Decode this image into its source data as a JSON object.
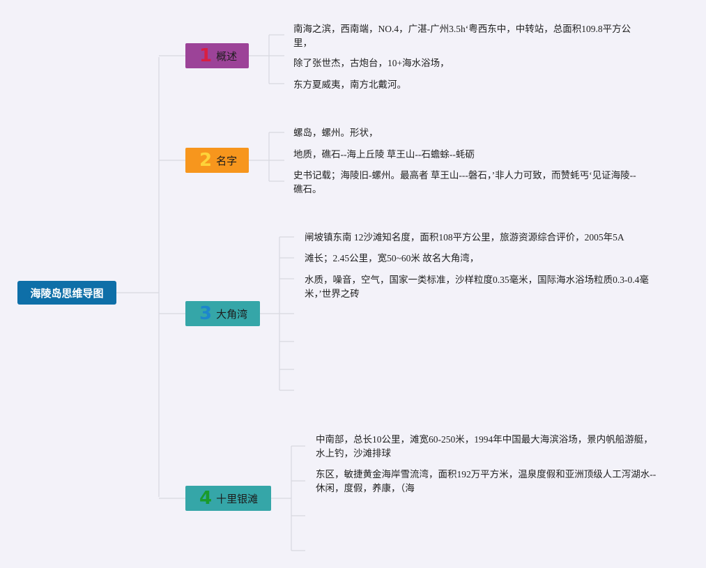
{
  "root": {
    "label": "海陵岛思维导图"
  },
  "branches": [
    {
      "num": "1",
      "label": "概述",
      "bg": "#9c4398",
      "num_color": "#d81f43",
      "items": [
        "南海之滨，西南端，NO.4，广湛-广州3.5h‘粤西东中，中转站，总面积109.8平方公里，",
        "除了张世杰，古炮台，10+海水浴场，",
        "东方夏威夷，南方北戴河。"
      ]
    },
    {
      "num": "2",
      "label": "名字",
      "bg": "#f7961d",
      "num_color": "#fdd33a",
      "items": [
        "螺岛，螺州。形状，",
        "地质，礁石--海上丘陵 草王山--石蟾蜍--蚝砺",
        "史书记载；海陵旧-螺州。最高者 草王山---磐石，’非人力可致，而赞蚝丐‘见证海陵--礁石。"
      ]
    },
    {
      "num": "3",
      "label": "大角湾",
      "bg": "#35a6a8",
      "num_color": "#1d86cc",
      "items": [
        "闸坡镇东南 12沙滩知名度，面积108平方公里，旅游资源综合评价，2005年5A",
        "滩长；2.45公里，宽50~60米 故名大角湾，",
        "水质，噪音，空气，国家一类标准，沙样粒度0.35毫米，国际海水浴场粒质0.3-0.4毫米，’世界之砖"
      ]
    },
    {
      "num": "4",
      "label": "十里银滩",
      "bg": "#35a6a8",
      "num_color": "#1a9a2c",
      "items": [
        "中南部，总长10公里，滩宽60-250米，1994年中国最大海滨浴场，景内帆船游艇，水上钓，沙滩排球",
        "东区，敏捷黄金海岸雪流湾，面积192万平方米，温泉度假和亚洲顶级人工泻湖水--休闲，度假，养康，（海"
      ]
    }
  ]
}
